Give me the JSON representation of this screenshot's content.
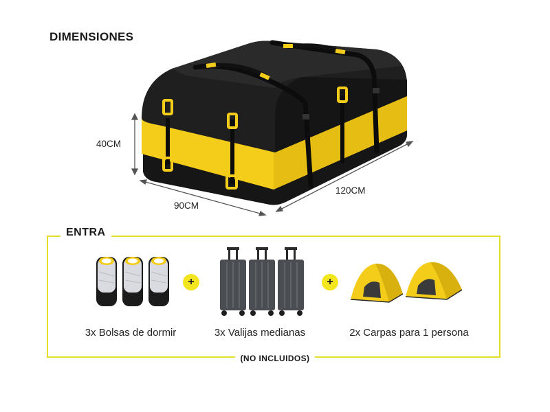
{
  "title": "DIMENSIONES",
  "dimensions": {
    "height": "40CM",
    "width": "90CM",
    "length": "120CM"
  },
  "section": {
    "label": "ENTRA",
    "footer": "(NO INCLUIDOS)",
    "items": [
      {
        "caption": "3x Bolsas de dormir",
        "icon": "sleeping-bag-icon"
      },
      {
        "caption": "3x Valijas medianas",
        "icon": "suitcase-icon"
      },
      {
        "caption": "2x Carpas para 1 persona",
        "icon": "tent-icon"
      }
    ],
    "plus": "+"
  },
  "colors": {
    "accent": "#f4d21e",
    "frame": "#e4dd2a",
    "body": "#1c1c1c"
  }
}
